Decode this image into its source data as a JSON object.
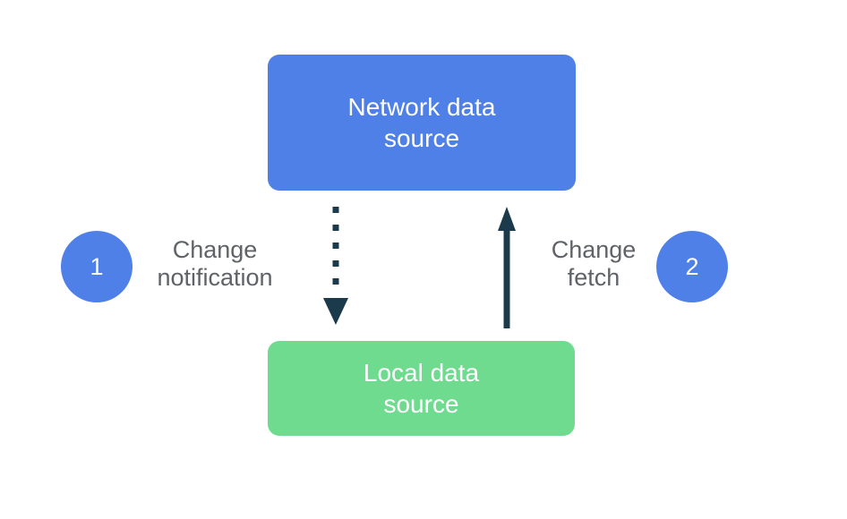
{
  "colors": {
    "background": "#ffffff",
    "box_blue": "#4e80e8",
    "box_green": "#6edb8f",
    "box_text": "#ffffff",
    "label_gray": "#5f6368",
    "arrow": "#1b3a4b"
  },
  "diagram": {
    "network_box": {
      "line1": "Network data",
      "line2": "source"
    },
    "local_box": {
      "line1": "Local data",
      "line2": "source"
    },
    "steps": [
      {
        "number": "1",
        "label_line1": "Change",
        "label_line2": "notification"
      },
      {
        "number": "2",
        "label_line1": "Change",
        "label_line2": "fetch"
      }
    ],
    "arrows": [
      {
        "name": "change-notification",
        "style": "dotted",
        "direction": "down",
        "from": "network_box",
        "to": "local_box"
      },
      {
        "name": "change-fetch",
        "style": "solid",
        "direction": "up",
        "from": "local_box",
        "to": "network_box"
      }
    ]
  }
}
